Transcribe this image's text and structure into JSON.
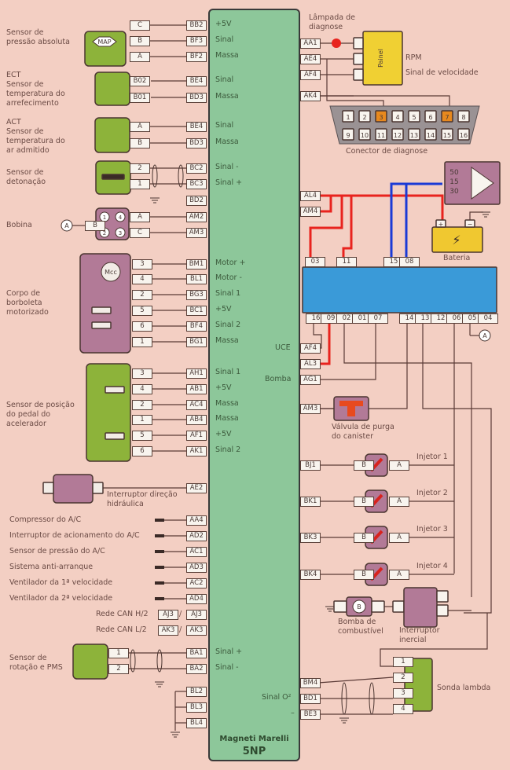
{
  "ecu": {
    "line1": "Magneti Marelli",
    "line2": "5NP"
  },
  "components": {
    "map": {
      "label": "Sensor de\npressão absoluta",
      "symbol": "MAP",
      "pins": [
        "C",
        "B",
        "A"
      ],
      "ecu_pins": [
        "BB2",
        "BF3",
        "BF2"
      ],
      "signals": [
        "+5V",
        "Sinal",
        "Massa"
      ]
    },
    "ect": {
      "label": "ECT\nSensor de\ntemperatura do\narrefecimento",
      "pins": [
        "B02",
        "B01"
      ],
      "ecu_pins": [
        "BE4",
        "BD3"
      ],
      "signals": [
        "Sinal",
        "Massa"
      ]
    },
    "act": {
      "label": "ACT\nSensor de\ntemperatura do\nar admitido",
      "pins": [
        "A",
        "B"
      ],
      "ecu_pins": [
        "BE4",
        "BD3"
      ],
      "signals": [
        "Sinal",
        "Massa"
      ]
    },
    "knock": {
      "label": "Sensor de\ndetonação",
      "pins": [
        "2",
        "1"
      ],
      "ecu_pins": [
        "BC2",
        "BC3",
        "BD2"
      ],
      "signals": [
        "Sinal -",
        "Sinal +"
      ]
    },
    "coil": {
      "label": "Bobina",
      "ref": "A",
      "in_pin": "B",
      "numbers": [
        "1",
        "4",
        "2",
        "3"
      ],
      "pins": [
        "A",
        "C"
      ],
      "ecu_pins": [
        "AM2",
        "AM3"
      ]
    },
    "throttle": {
      "label": "Corpo de\nborboleta\nmotorizado",
      "symbol": "Mcc",
      "pins": [
        "3",
        "4",
        "2",
        "5",
        "6",
        "1"
      ],
      "ecu_pins": [
        "BM1",
        "BL1",
        "BG3",
        "BC1",
        "BF4",
        "BG1"
      ],
      "signals": [
        "Motor +",
        "Motor -",
        "Sinal 1",
        "+5V",
        "Sinal 2",
        "Massa"
      ]
    },
    "pedal": {
      "label": "Sensor de posição\ndo pedal do\nacelerador",
      "pins": [
        "3",
        "4",
        "2",
        "1",
        "5",
        "6"
      ],
      "ecu_pins": [
        "AH1",
        "AB1",
        "AC4",
        "AB4",
        "AF1",
        "AK1"
      ],
      "signals": [
        "Sinal 1",
        "+5V",
        "Massa",
        "Massa",
        "+5V",
        "Sinal 2"
      ]
    },
    "steering": {
      "label": "Interruptor direção\nhidráulica",
      "ecu_pin": "AE2"
    },
    "aux": [
      {
        "label": "Compressor do A/C",
        "pin": "AA4"
      },
      {
        "label": "Interruptor de acionamento do A/C",
        "pin": "AD2"
      },
      {
        "label": "Sensor de pressão do A/C",
        "pin": "AC1"
      },
      {
        "label": "Sistema anti-arranque",
        "pin": "AD3"
      },
      {
        "label": "Ventilador da 1ª velocidade",
        "pin": "AC2"
      },
      {
        "label": "Ventilador da 2ª velocidade",
        "pin": "AD4"
      }
    ],
    "can": [
      {
        "label": "Rede CAN H/2",
        "pin_a": "AJ3",
        "pin_b": "AJ3"
      },
      {
        "label": "Rede CAN L/2",
        "pin_a": "AK3",
        "pin_b": "AK3"
      }
    ],
    "crank": {
      "label": "Sensor de\nrotação e PMS",
      "pins": [
        "1",
        "2"
      ],
      "ecu_pins": [
        "BA1",
        "BA2"
      ],
      "signals": [
        "Sinal +",
        "Sinal -"
      ]
    },
    "grounds": [
      "BL2",
      "BL3",
      "BL4"
    ],
    "lamp": {
      "label": "Lâmpada de\ndiagnose",
      "ecu_pin": "AA1"
    },
    "panel": {
      "label": "Painel",
      "rpm": "RPM",
      "speed": "Sinal de velocidade",
      "ecu_pins": [
        "AE4",
        "AF4",
        "AK4"
      ]
    },
    "obd": {
      "label": "Conector de diagnose",
      "top": [
        "1",
        "2",
        "3",
        "4",
        "5",
        "6",
        "7",
        "8"
      ],
      "bottom": [
        "9",
        "10",
        "11",
        "12",
        "13",
        "14",
        "15",
        "16"
      ],
      "highlight": [
        "3",
        "7"
      ]
    },
    "ignition": {
      "terminals": [
        "50",
        "15",
        "30"
      ]
    },
    "battery": {
      "label": "Bateria",
      "plus": "+",
      "minus": "−"
    },
    "relay": {
      "top_pins": [
        "03",
        "11",
        "15",
        "08"
      ],
      "bottom_pins": [
        "16",
        "09",
        "02",
        "01",
        "07",
        "14",
        "13",
        "12",
        "06",
        "05",
        "04"
      ],
      "ref": "A"
    },
    "relay_ecu": {
      "uce": "UCE",
      "bomba": "Bomba",
      "pins": [
        "AF4",
        "AL3",
        "AG1"
      ],
      "power_pins": [
        "AL4",
        "AM4"
      ]
    },
    "canister": {
      "label": "Válvula de purga\ndo canister",
      "ecu_pin": "AM3"
    },
    "injectors": [
      {
        "label": "Injetor 1",
        "ecu_pin": "BJ1"
      },
      {
        "label": "Injetor 2",
        "ecu_pin": "BK1"
      },
      {
        "label": "Injetor 3",
        "ecu_pin": "BK3"
      },
      {
        "label": "Injetor 4",
        "ecu_pin": "BK4"
      }
    ],
    "injector_pins": [
      "B",
      "A"
    ],
    "pump": {
      "label": "Bomba de\ncombustível",
      "symbol": "B"
    },
    "inertia": {
      "label": "Interruptor\ninercial"
    },
    "lambda": {
      "label": "Sonda lambda",
      "pins": [
        "1",
        "2",
        "3",
        "4"
      ],
      "ecu_pins": [
        "BM4",
        "BD1",
        "BE3"
      ],
      "signal": "Sinal O²",
      "minus": "–"
    }
  }
}
